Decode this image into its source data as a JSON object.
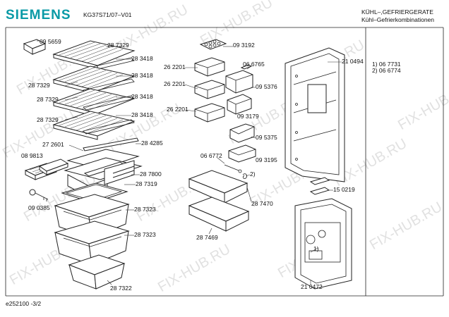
{
  "header": {
    "brand": "SIEMENS",
    "model": "KG37S71/07–V01",
    "category_line1": "KÜHL–,GEFRIERGERATE",
    "category_line2": "Kühl–Gefrierkombinationen"
  },
  "footer": {
    "page_ref": "e252100  -3/2"
  },
  "legend": {
    "item1": "1)  06 7731",
    "item2": "2)  06 6774"
  },
  "watermark": "FIX-HUB.RU",
  "labels": {
    "l095659": "09 5659",
    "l287329a": "28 7329",
    "l283418a": "28 3418",
    "l287329b": "28 7329",
    "l283418b": "28 3418",
    "l287329c": "28 7329",
    "l283418c": "28 3418",
    "l287329d": "28 7329",
    "l283418d": "28 3418",
    "l284285": "28 4285",
    "l272601": "27 2601",
    "l098813": "08 9813",
    "l287800": "28 7800",
    "l287319": "28 7319",
    "l090385": "09 0385",
    "l287323a": "28 7323",
    "l287323b": "28 7323",
    "l287322": "28 7322",
    "l093192": "09 3192",
    "l262201a": "26 2201",
    "l262201b": "26 2201",
    "l262201c": "26 2201",
    "l066765": "06 6765",
    "l095376": "09 5376",
    "l093179": "09 3179",
    "l095375": "09 5375",
    "l066772": "06 6772",
    "l093195": "09 3195",
    "l_note2": "2)",
    "l287470": "28 7470",
    "l287469": "28 7469",
    "l210494": "21 0494",
    "l150219": "15 0219",
    "l_note1": "1)",
    "l210472": "21 0472"
  }
}
